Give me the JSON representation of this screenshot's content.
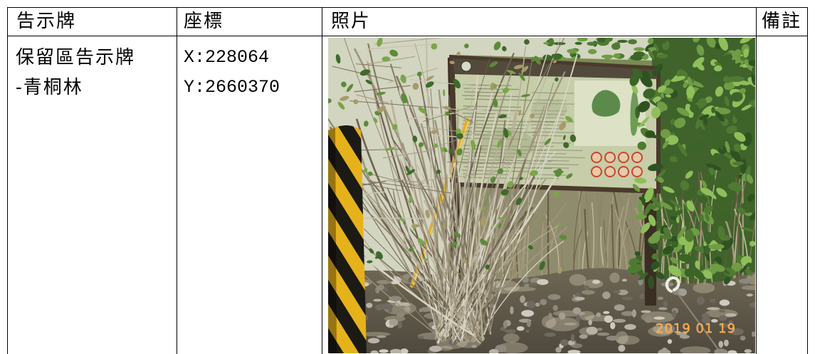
{
  "table": {
    "headers": [
      "告示牌",
      "座標",
      "照片",
      "備註"
    ],
    "rows": [
      {
        "sign": [
          "保留區告示牌",
          "-青桐林"
        ],
        "coordinates": {
          "x": "X:228064",
          "y": "Y:2660370"
        },
        "photo": {
          "date_stamp": "2019 01 19"
        }
      }
    ]
  },
  "colors": {
    "text": "#000000",
    "border": "#000000",
    "date_stamp": "#ff9a2e"
  }
}
